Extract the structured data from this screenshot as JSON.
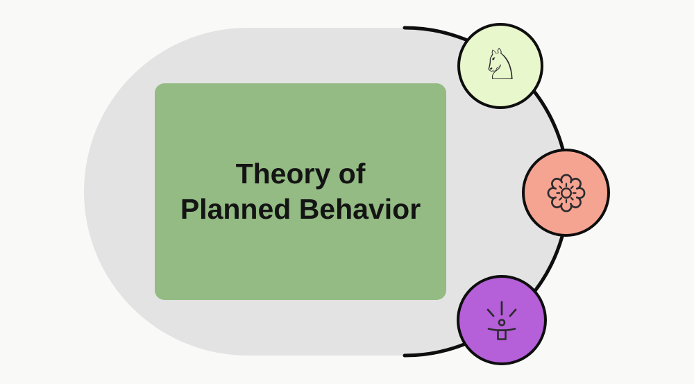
{
  "title": {
    "full_text": "Theory of Planned Behavior",
    "line1": "Theory of",
    "line2": "Planned Behavior"
  },
  "bubbles": [
    {
      "icon": "chess-knight-icon",
      "glyph": "♘"
    },
    {
      "icon": "flower-icon"
    },
    {
      "icon": "person-rays-icon"
    }
  ],
  "colors": {
    "background": "#f9f9f8",
    "blob": "#e3e3e3",
    "panel": "#93bb83",
    "outline": "#0e0e0e",
    "text": "#141414",
    "bubble_green": "#e9f7cd",
    "bubble_salmon": "#f6a492",
    "bubble_purple": "#b55fd9",
    "icon_stroke": "#2b2b2e"
  }
}
